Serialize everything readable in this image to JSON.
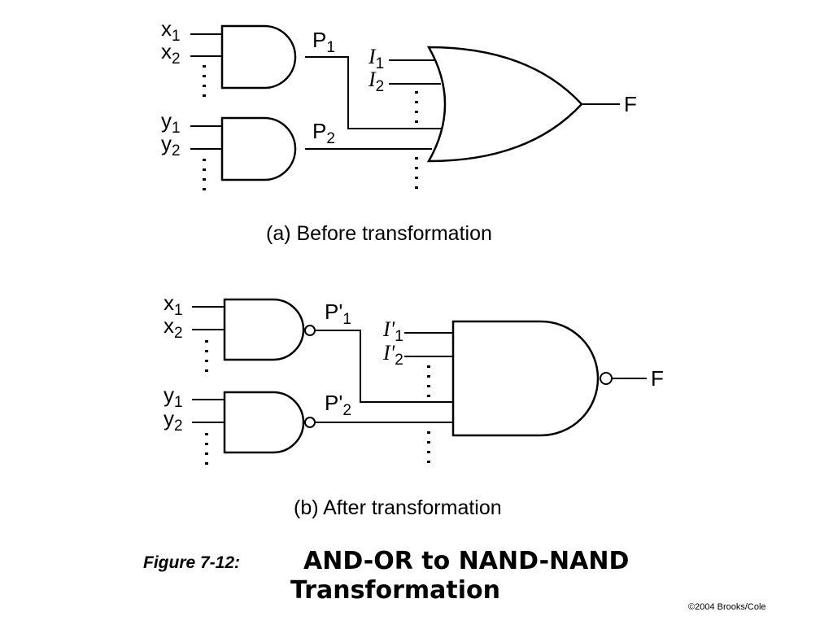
{
  "panel_a": {
    "caption": "(a) Before transformation",
    "inputs_top": [
      "x",
      "x"
    ],
    "inputs_top_subs": [
      "1",
      "2"
    ],
    "inputs_bottom": [
      "y",
      "y"
    ],
    "inputs_bottom_subs": [
      "1",
      "2"
    ],
    "gate_outputs": [
      "P",
      "P"
    ],
    "gate_output_subs": [
      "1",
      "2"
    ],
    "extra_inputs": [
      "I",
      "I"
    ],
    "extra_input_subs": [
      "1",
      "2"
    ],
    "output": "F"
  },
  "panel_b": {
    "caption": "(b) After transformation",
    "inputs_top": [
      "x",
      "x"
    ],
    "inputs_top_subs": [
      "1",
      "2"
    ],
    "inputs_bottom": [
      "y",
      "y"
    ],
    "inputs_bottom_subs": [
      "1",
      "2"
    ],
    "gate_outputs": [
      "P'",
      "P'"
    ],
    "gate_output_subs": [
      "1",
      "2"
    ],
    "extra_inputs": [
      "I'",
      "I'"
    ],
    "extra_input_subs": [
      "1",
      "2"
    ],
    "output": "F"
  },
  "figure": {
    "label": "Figure 7-12:",
    "title_line1": "AND-OR to NAND-NAND",
    "title_line2": "Transformation"
  },
  "copyright": "©2004 Brooks/Cole"
}
